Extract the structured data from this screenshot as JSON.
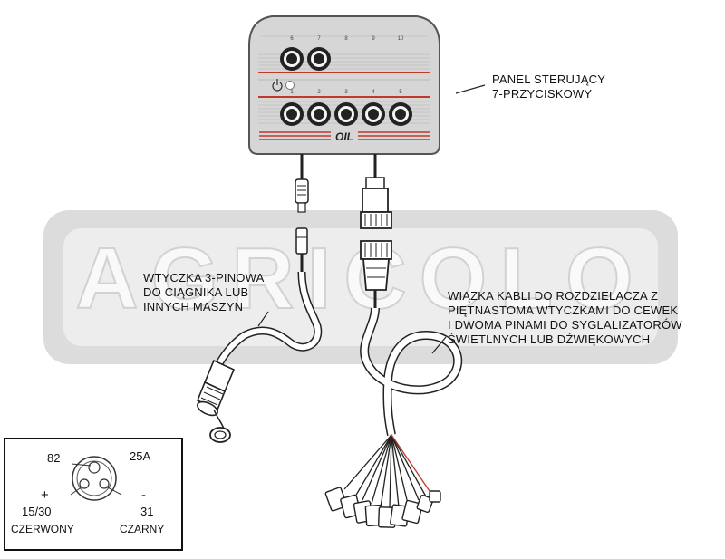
{
  "watermark": {
    "text": "AGRICOLO"
  },
  "panel": {
    "brand": "OIL",
    "top_button_numbers": [
      "6",
      "7",
      "8",
      "9",
      "10"
    ],
    "bottom_button_numbers": [
      "1",
      "2",
      "3",
      "4",
      "5"
    ],
    "accent_color": "#c0392b"
  },
  "labels": {
    "panel_title": {
      "line1": "PANEL STERUJĄCY",
      "line2": "7-PRZYCISKOWY"
    },
    "plug_3pin": {
      "line1": "WTYCZKA 3-PINOWA",
      "line2": "DO CIĄGNIKA LUB",
      "line3": "INNYCH MASZYN"
    },
    "harness": {
      "line1": "WIĄZKA KABLI DO ROZDZIELACZA Z",
      "line2": "PIĘTNASTOMA WTYCZKAMI DO CEWEK",
      "line3": "I DWOMA PINAMI DO SYGLALIZATORÓW",
      "line4": "ŚWIETLNYCH LUB DŹWIĘKOWYCH"
    }
  },
  "pinout": {
    "pin_82": "82",
    "amp": "25A",
    "plus": "+",
    "minus": "-",
    "pin_15_30": "15/30",
    "pin_31": "31",
    "red": "CZERWONY",
    "black": "CZARNY"
  }
}
